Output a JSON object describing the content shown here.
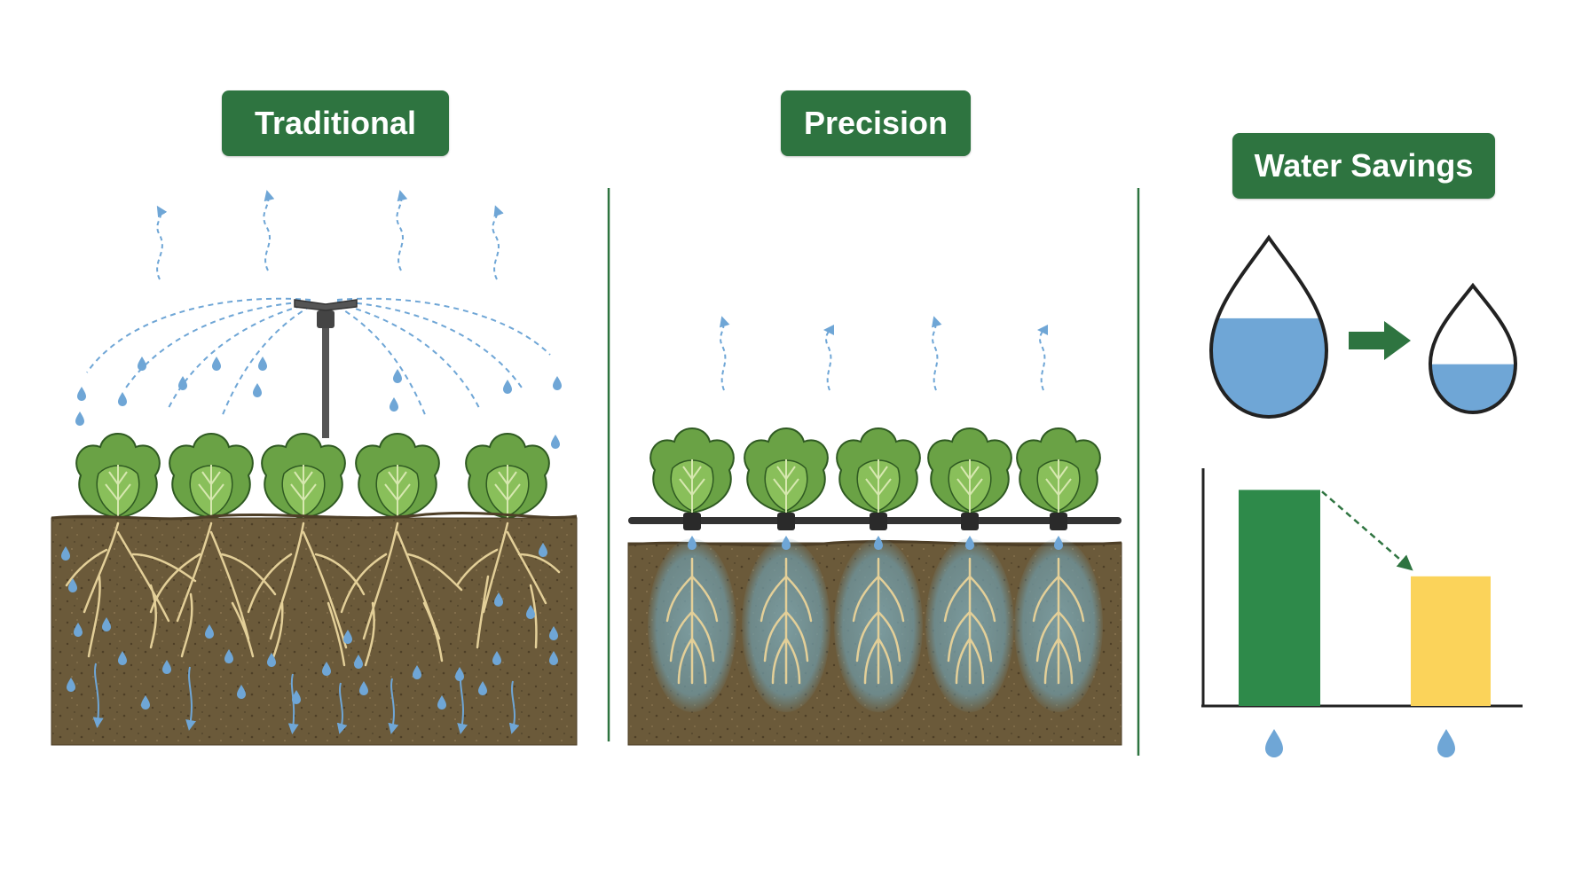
{
  "panels": {
    "traditional": {
      "title": "Traditional"
    },
    "precision": {
      "title": "Precision"
    },
    "savings": {
      "title": "Water Savings"
    }
  },
  "colors": {
    "label_bg": "#2e7440",
    "label_text": "#ffffff",
    "soil": "#6b5a3a",
    "root": "#e3cf98",
    "plant": "#5f9a3e",
    "plant_dark": "#2f6a2b",
    "water": "#6fa6d6",
    "bar_before": "#2e8a4a",
    "bar_after": "#fbd35a",
    "divider": "#2e7440"
  },
  "chart_data": {
    "type": "bar",
    "categories": [
      "",
      ""
    ],
    "values": [
      100,
      60
    ],
    "title": "",
    "xlabel": "",
    "ylabel": "",
    "ylim": [
      0,
      110
    ]
  },
  "drops": {
    "before_fill_fraction": 0.55,
    "after_fill_fraction": 0.38
  }
}
